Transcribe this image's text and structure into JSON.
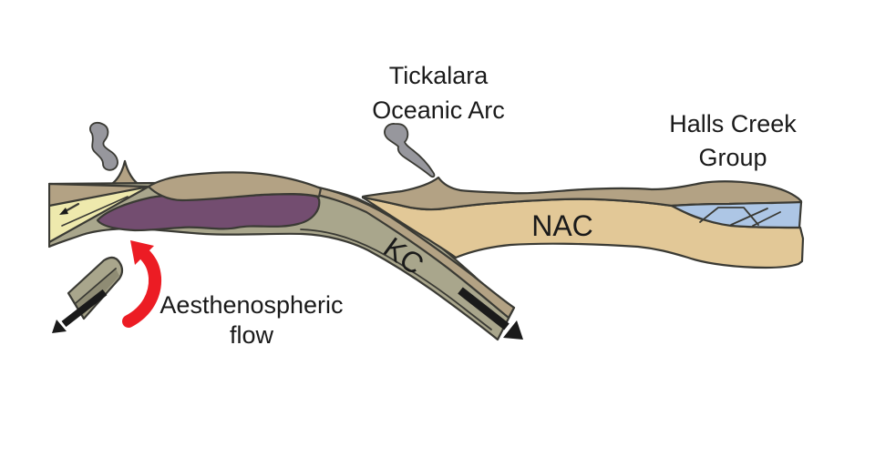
{
  "labels": {
    "tickalara_line1": "Tickalara",
    "tickalara_line2": "Oceanic Arc",
    "halls_creek_line1": "Halls Creek",
    "halls_creek_line2": "Group",
    "nac": "NAC",
    "kc": "KC",
    "flow_line1": "Aesthenospheric",
    "flow_line2": "flow"
  },
  "colors": {
    "background": "#ffffff",
    "outline": "#3a3a34",
    "upper_crust_brown": "#b3a284",
    "lithosphere_olive": "#a9a68c",
    "lithosphere_olive_dark": "#8f8c74",
    "nac_tan": "#e2c897",
    "wedge_yellow": "#eee9ad",
    "magma_purple": "#734d70",
    "basin_blue": "#adc6e5",
    "smoke_gray": "#97979d",
    "arrow_red": "#ec1c24",
    "arrow_black": "#1a1a1a",
    "text": "#1a1a1a"
  }
}
